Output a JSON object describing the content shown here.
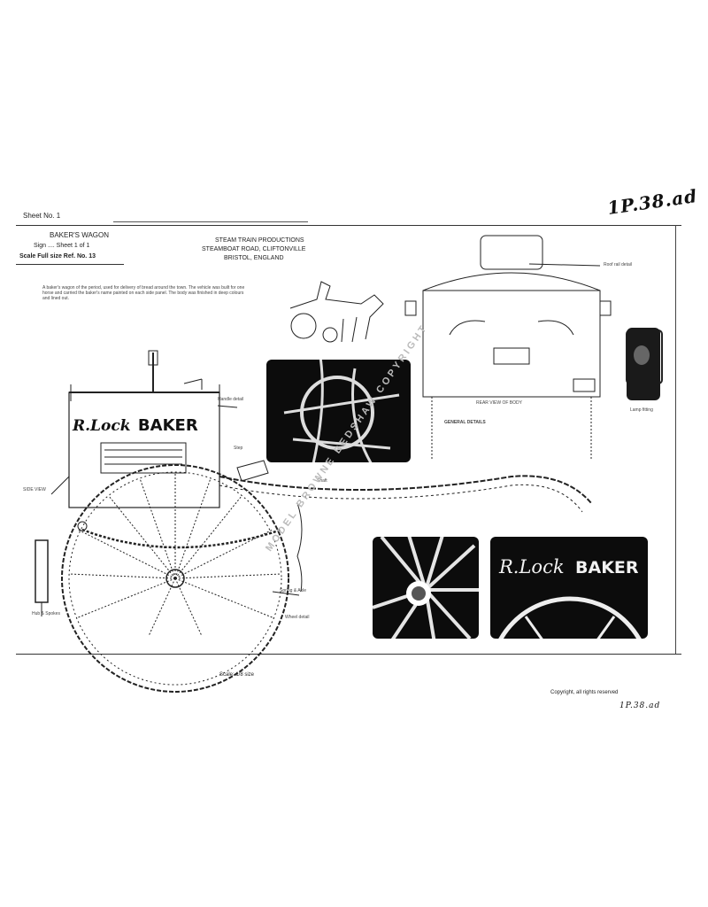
{
  "header": {
    "handwritten_number": "1P.38.ad",
    "left_line1": "Sheet No. 1",
    "left_line2": "BAKER'S WAGON",
    "left_line3": "Sign  ....  Sheet 1 of 1",
    "left_line4": "Scale  Full size  Ref. No. 13",
    "center_line1": "STEAM TRAIN PRODUCTIONS",
    "center_line2": "STEAMBOAT ROAD, CLIFTONVILLE",
    "center_line3": "BRISTOL, ENGLAND"
  },
  "notes_block": "A baker's wagon of the period, used for delivery of bread around the town. The vehicle was built for one horse and carried the baker's name painted on each side panel. The body was finished in deep colours and lined out.",
  "labels": {
    "lamp": "Lamp fitting",
    "roof": "Roof rail detail",
    "handle": "Handle detail",
    "spring": "Spring & Axle",
    "shaft": "Shaft",
    "step": "Step",
    "wheel_note": "Wheel detail",
    "hub_note": "Hub & Spokes",
    "rear_view": "REAR VIEW OF BODY",
    "general": "GENERAL DETAILS",
    "side_view": "SIDE VIEW",
    "bottom_scale": "Scale: 1/8 size",
    "copyright_line": "Copyright, all rights reserved"
  },
  "signage": {
    "script": "R.Lock",
    "bold": "BAKER"
  },
  "watermark": "MODEL BROWNE BEDSHAW COPYRIGHT",
  "handwritten_bottom": "1P.38.ad"
}
